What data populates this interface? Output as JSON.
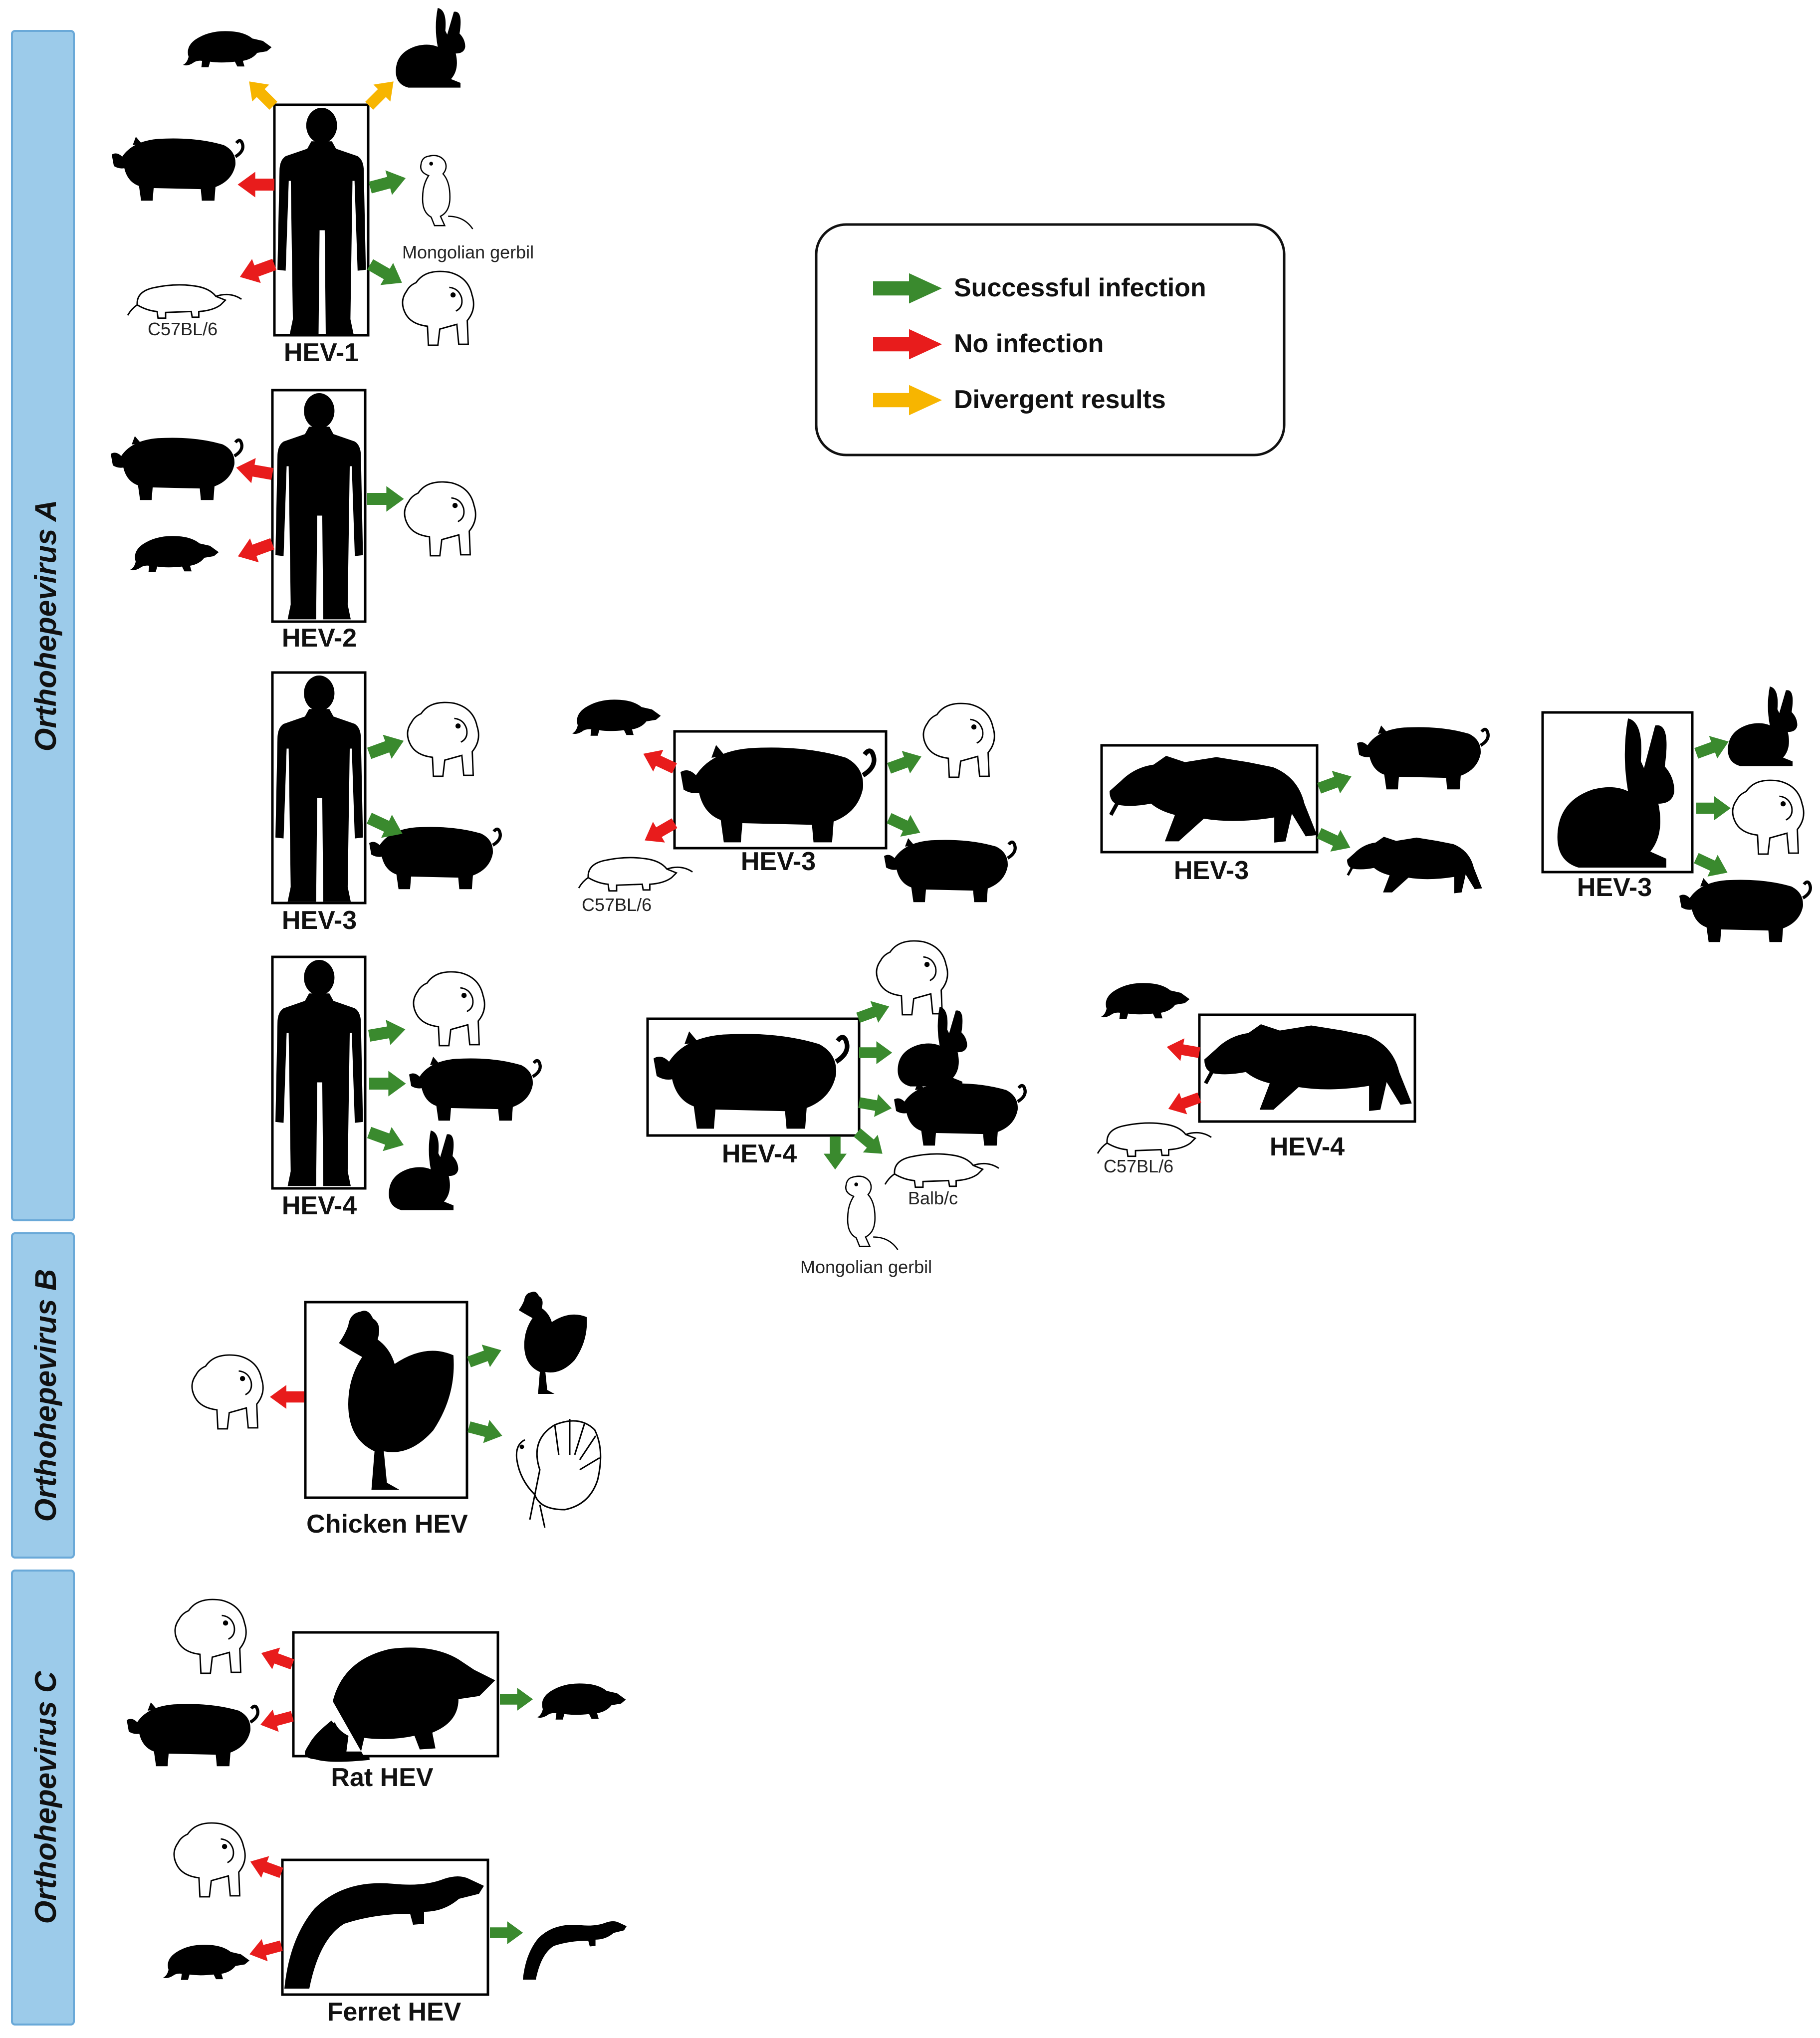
{
  "bands": [
    {
      "label": "Orthohepevirus A"
    },
    {
      "label": "Orthohepevirus B"
    },
    {
      "label": "Orthohepevirus C"
    }
  ],
  "legend": {
    "success": "Successful infection",
    "none": "No infection",
    "divergent": "Divergent results"
  },
  "colors": {
    "success": "#3a8a2e",
    "none": "#e81c1c",
    "divergent": "#f7b500",
    "band_fill": "#9ccbea",
    "band_stroke": "#6aa9d8"
  },
  "captions": {
    "hev1": "HEV-1",
    "hev2": "HEV-2",
    "hev3": "HEV-3",
    "hev4": "HEV-4",
    "chicken": "Chicken HEV",
    "rat": "Rat HEV",
    "ferret": "Ferret HEV"
  },
  "strain_labels": {
    "gerbil": "Mongolian gerbil",
    "c57": "C57BL/6",
    "balbc": "Balb/c"
  },
  "icons": [
    "human-icon",
    "pig-icon",
    "wild-boar-icon",
    "rabbit-icon",
    "rat-icon",
    "mouse-icon",
    "gerbil-icon",
    "monkey-icon",
    "chicken-icon",
    "turkey-icon",
    "ferret-icon"
  ]
}
